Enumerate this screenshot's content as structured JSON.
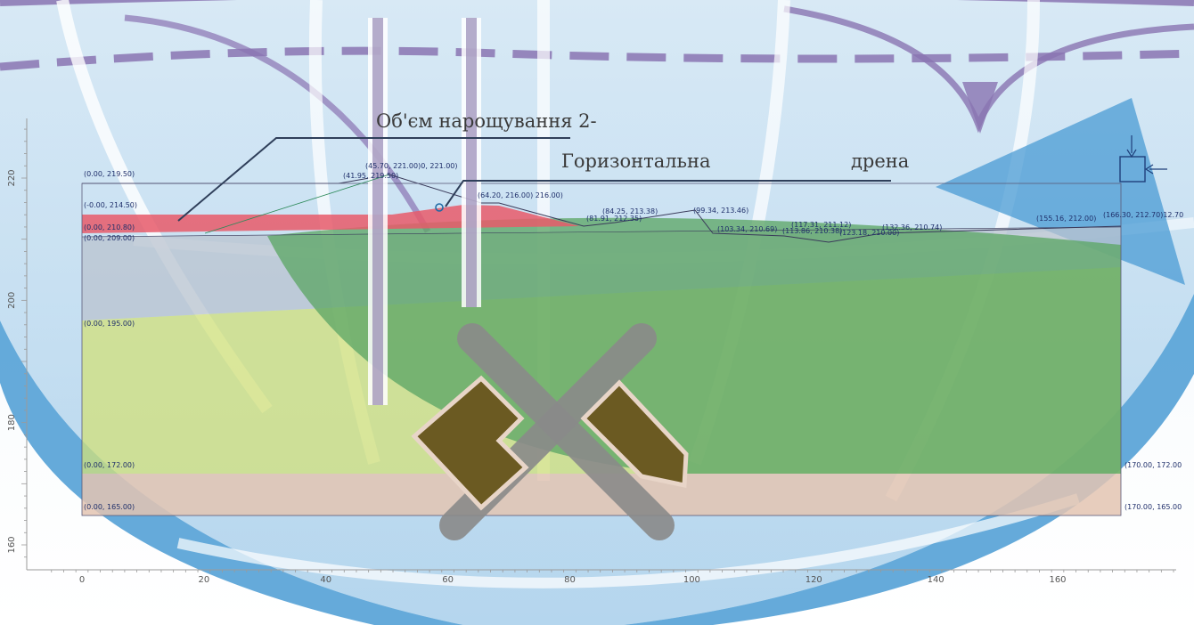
{
  "annotations": {
    "volume_label": "Об'єм нарощування 2-",
    "drain_label_a": "Горизонтальна",
    "drain_label_b": "дрена"
  },
  "axes": {
    "x_ticks": [
      "0",
      "20",
      "40",
      "60",
      "80",
      "100",
      "120",
      "140",
      "160"
    ],
    "y_ticks": [
      "220",
      "200",
      "180",
      "160"
    ]
  },
  "coord_labels": {
    "l01": "(0.00, 219.50)",
    "l02": "(45.70, 221.00)0, 221.00)",
    "l03": "(41.95, 219.50)",
    "l04": "(-0.00, 214.50)",
    "l05": "(64.20, 216.00) 216.00)",
    "l06": "(84.25, 213.38)",
    "l07": "(81.91, 212.35)",
    "l08": "(99.34, 213.46)",
    "l09": "(0.00, 210.80)",
    "l10": "(0.00, 209.00)",
    "l11": "(103.34, 210.69)",
    "l12": "(113.86, 210.38)",
    "l13": "(117.31, 211.12)",
    "l14": "(123.18, 210.00)",
    "l15": "(132.36, 210.74)",
    "l16": "(155.16, 212.00)",
    "l17": "(166.30, 212.70)12.70",
    "l18": "(0.00, 195.00)",
    "l19": "(0.00, 172.00)",
    "l20": "(170.00, 172.00",
    "l21": "(0.00, 165.00)",
    "l22": "(170.00, 165.00"
  },
  "colors": {
    "emblem_blue": "#5fa7d8",
    "emblem_arc": "#8a74b2",
    "red_layer": "#e85a6a",
    "green_layer": "#5ea667",
    "yellow_layer": "#d2e07a",
    "bottom_layer": "#e3c4b2",
    "hammer": "#6b5a22",
    "handle": "#8a8a8a"
  }
}
